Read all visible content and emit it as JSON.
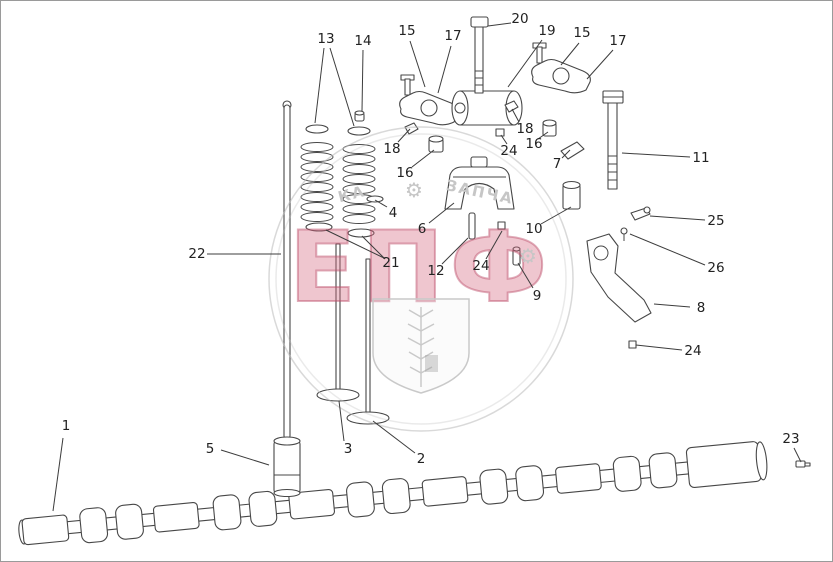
{
  "diagram": {
    "name": "valve-train-and-camshaft-exploded-parts-diagram",
    "watermark": {
      "letters": "ЕПФ",
      "arc_left": "КА",
      "arc_right": "ЗАПЧА",
      "gear": "⚙"
    },
    "labels": [
      {
        "text": "13"
      },
      {
        "text": "14"
      },
      {
        "text": "15"
      },
      {
        "text": "17"
      },
      {
        "text": "20"
      },
      {
        "text": "19"
      },
      {
        "text": "15"
      },
      {
        "text": "17"
      },
      {
        "text": "18"
      },
      {
        "text": "16"
      },
      {
        "text": "24"
      },
      {
        "text": "18"
      },
      {
        "text": "16"
      },
      {
        "text": "7"
      },
      {
        "text": "11"
      },
      {
        "text": "4"
      },
      {
        "text": "6"
      },
      {
        "text": "10"
      },
      {
        "text": "21"
      },
      {
        "text": "12"
      },
      {
        "text": "24"
      },
      {
        "text": "25"
      },
      {
        "text": "26"
      },
      {
        "text": "22"
      },
      {
        "text": "9"
      },
      {
        "text": "8"
      },
      {
        "text": "24"
      },
      {
        "text": "5"
      },
      {
        "text": "3"
      },
      {
        "text": "2"
      },
      {
        "text": "1"
      },
      {
        "text": "23"
      }
    ]
  }
}
